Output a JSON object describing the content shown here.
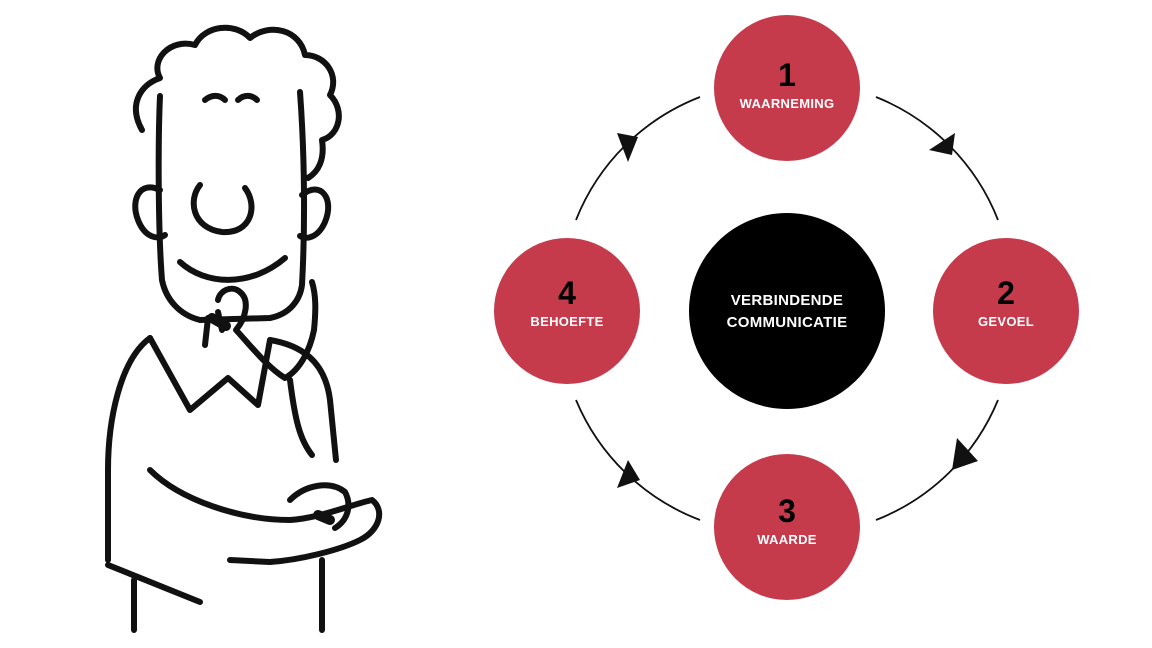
{
  "diagram": {
    "center": {
      "line1": "VERBINDENDE",
      "line2": "COMMUNICATIE"
    },
    "steps": [
      {
        "number": "1",
        "label": "WAARNEMING"
      },
      {
        "number": "2",
        "label": "GEVOEL"
      },
      {
        "number": "3",
        "label": "WAARDE"
      },
      {
        "number": "4",
        "label": "BEHOEFTE"
      }
    ]
  },
  "colors": {
    "step_fill": "#c53b4c",
    "center_fill": "#000000",
    "text_light": "#ffffff",
    "line": "#111111"
  }
}
